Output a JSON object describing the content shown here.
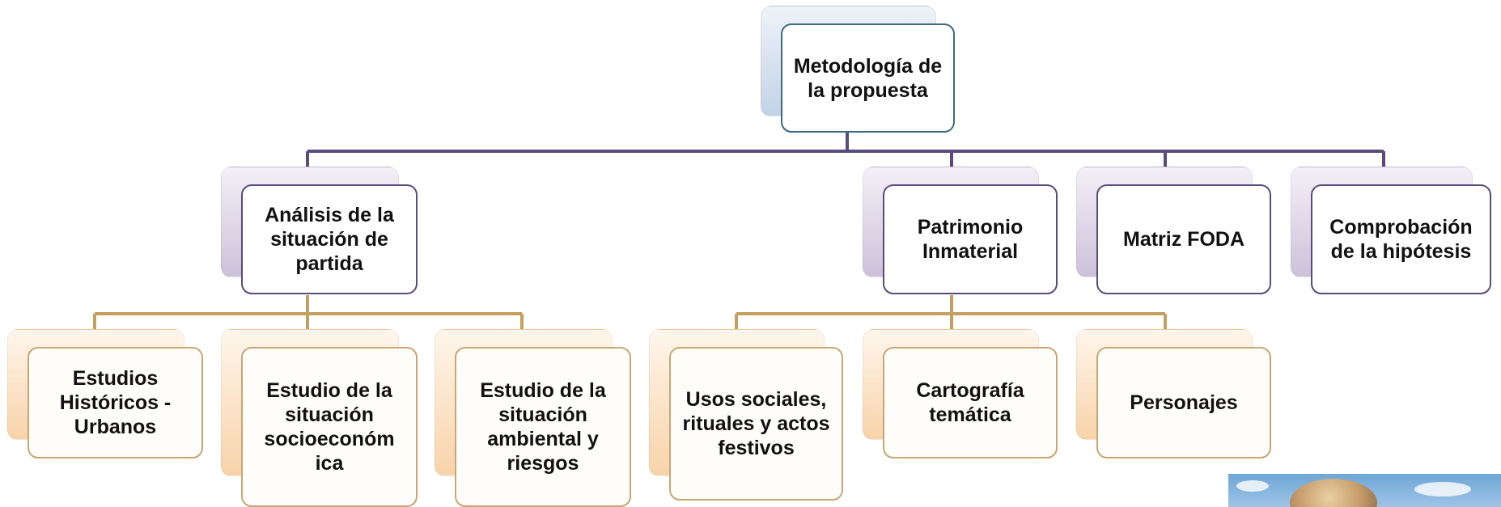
{
  "diagram": {
    "root": {
      "label": "Metodología de  la propuesta"
    },
    "branches": [
      {
        "label": "Análisis de la situación de partida",
        "children": [
          {
            "label": "Estudios Históricos - Urbanos"
          },
          {
            "label": "Estudio de la situación socioeconóm ica"
          },
          {
            "label": "Estudio de la situación ambiental y riesgos"
          }
        ]
      },
      {
        "label": "Patrimonio Inmaterial",
        "children": [
          {
            "label": "Usos sociales, rituales y actos festivos"
          },
          {
            "label": "Cartografía temática"
          },
          {
            "label": "Personajes"
          }
        ]
      },
      {
        "label": "Matriz FODA",
        "children": []
      },
      {
        "label": "Comprobación de la hipótesis",
        "children": []
      }
    ]
  },
  "colors": {
    "root_border": "#3e6a85",
    "level1_border": "#5a4b7d",
    "level1_connector": "#5a4b7d",
    "level2_border": "#c9a673",
    "level2_connector": "#c4a05e"
  },
  "photo": {
    "description_icon": "person-photo"
  }
}
